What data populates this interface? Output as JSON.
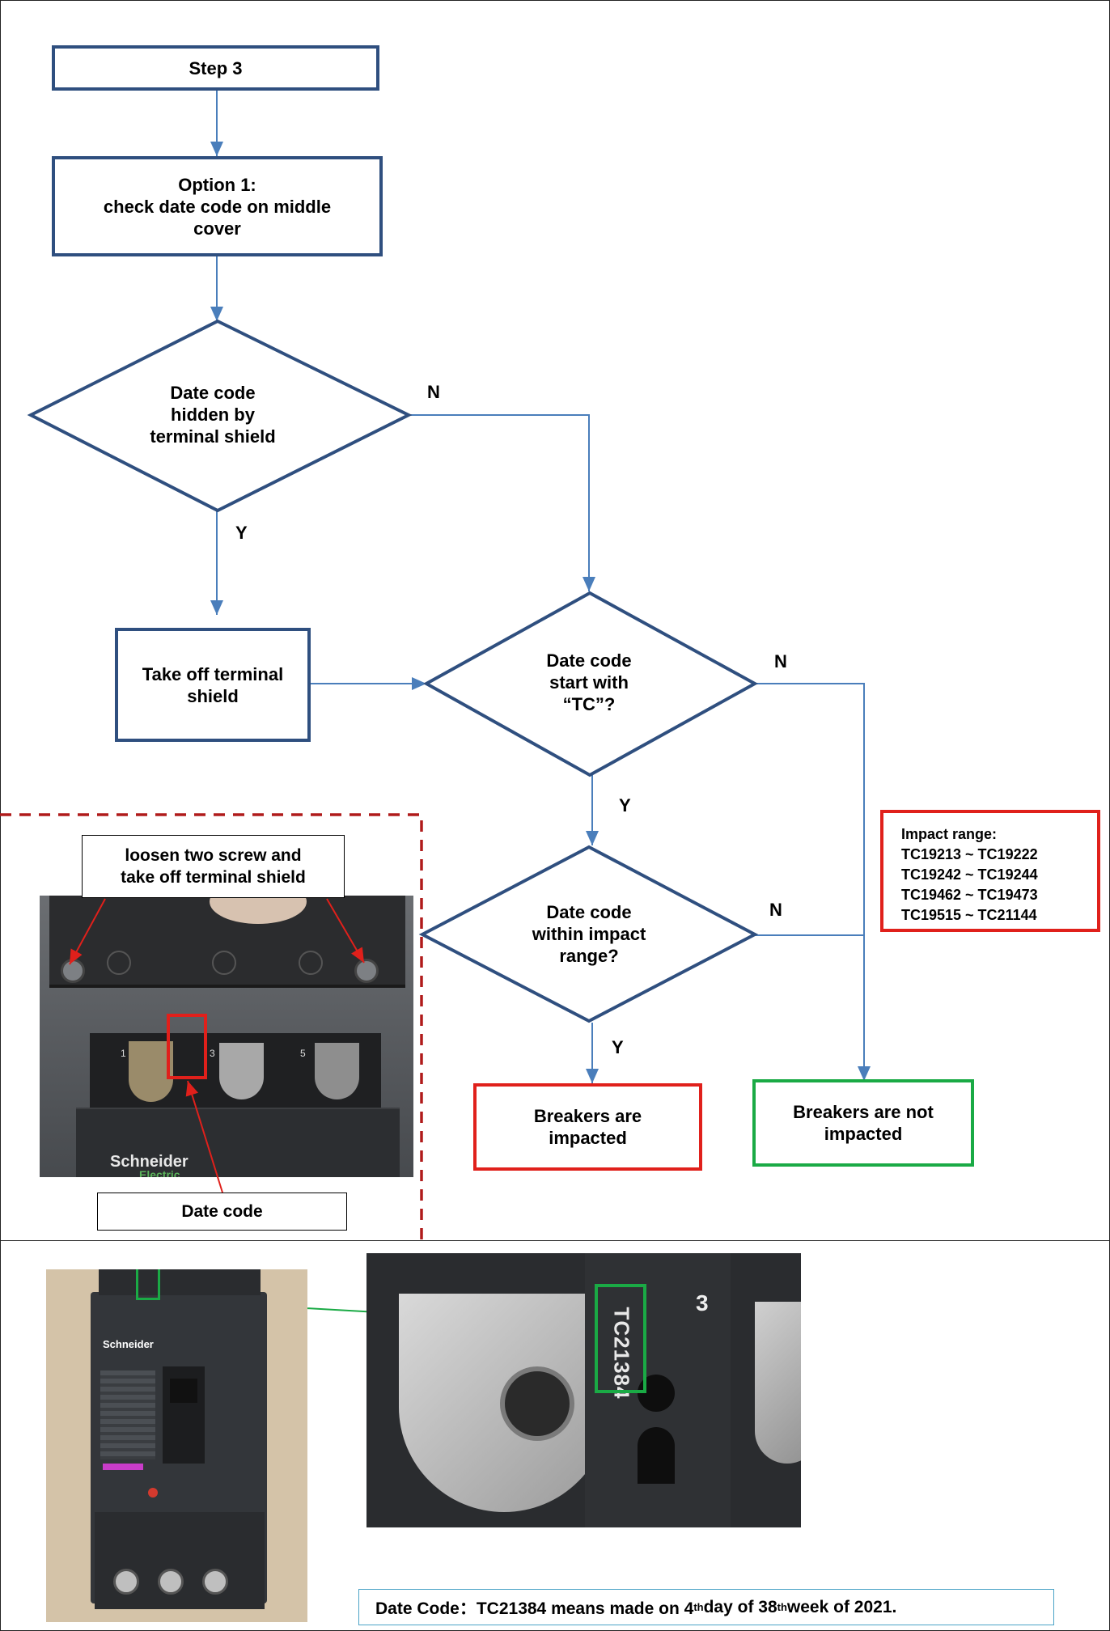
{
  "flow": {
    "step": "Step 3",
    "option": "Option 1:\ncheck date code on middle\ncover",
    "decision_hidden": "Date code\nhidden by\nterminal shield",
    "take_off": "Take off terminal\nshield",
    "decision_tc": "Date code\nstart with\n“TC”?",
    "decision_range": "Date code\nwithin impact\nrange?",
    "impacted": "Breakers are\nimpacted",
    "not_impacted": "Breakers are not\nimpacted",
    "labels": {
      "n1": "N",
      "y1": "Y",
      "n2": "N",
      "y2": "Y",
      "n3": "N",
      "y3": "Y"
    }
  },
  "impact_range": {
    "title": "Impact range:",
    "ranges": [
      "TC19213 ~ TC19222",
      "TC19242 ~ TC19244",
      "TC19462 ~ TC19473",
      "TC19515 ~ TC21144"
    ]
  },
  "callouts": {
    "loosen": "loosen two screw and\ntake off terminal shield",
    "date_code": "Date code"
  },
  "photos": {
    "brand": "Schneider",
    "brand_sub": "Electric",
    "terminal_numbers": [
      "1",
      "3",
      "5"
    ],
    "code_on_part": "TC21384",
    "pole_number": "3"
  },
  "note": {
    "prefix": "Date Code：TC21384 means made on 4",
    "sup1": "th",
    "middle": " day of 38",
    "sup2": "th",
    "suffix": " week of 2021."
  },
  "colors": {
    "flow_box": "#2f4f7f",
    "connector": "#4a7ebb",
    "impacted": "#e0201b",
    "not_impacted": "#1aaa45",
    "note_border": "#4ba3c7"
  }
}
